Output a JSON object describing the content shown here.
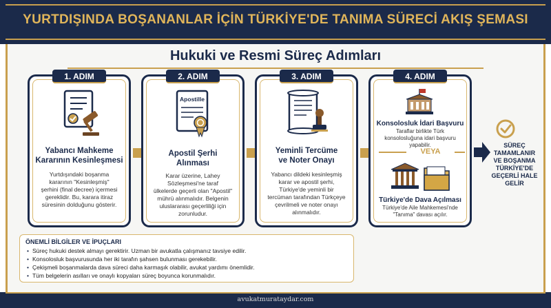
{
  "header": {
    "title": "YURTDIŞINDA BOŞANANLAR İÇİN TÜRKİYE'DE TANIMA SÜRECİ AKIŞ ŞEMASI"
  },
  "section": {
    "subtitle": "Hukuki ve Resmi Süreç Adımları"
  },
  "steps": [
    {
      "badge": "1. ADIM",
      "title_lines": [
        "Yabancı Mahkeme",
        "Kararının Kesinleşmesi"
      ],
      "desc_lines": [
        "Yurtdışındaki boşanma",
        "kararının \"Kesinleşmiş\"",
        "şerhini (final decree) içermesi",
        "gereklidir. Bu, karara itiraz",
        "süresinin dolduğunu gösterir."
      ],
      "icon": "court-document-gavel-icon"
    },
    {
      "badge": "2. ADIM",
      "title_lines": [
        "Apostil Şerhi",
        "Alınması"
      ],
      "desc_lines": [
        "Karar üzerine, Lahey",
        "Sözleşmesi'ne taraf",
        "ülkelerde geçerli olan \"Apostil\"",
        "mührü alınmalıdır. Belgenin",
        "uluslararası geçerliliği için",
        "zorunludur."
      ],
      "icon": "apostille-certificate-icon",
      "icon_label": "Apostille"
    },
    {
      "badge": "3. ADIM",
      "title_lines": [
        "Yeminli Tercüme",
        "ve Noter Onayı"
      ],
      "desc_lines": [
        "Yabancı dildeki kesinleşmiş",
        "karar ve apostil şerhi,",
        "Türkiye'de yeminli bir",
        "tercüman tarafından Türkçeye",
        "çevrilmeli ve noter onayı",
        "alınmalıdır."
      ],
      "icon": "scroll-stamp-icon"
    },
    {
      "badge": "4. ADIM",
      "options": [
        {
          "title": "Konsolosluk İdari Başvuru",
          "desc_lines": [
            "Taraflar birlikte Türk",
            "konsolosluğuna idari başvuru",
            "yapabilir."
          ],
          "icon": "consulate-building-icon"
        },
        {
          "title": "Türkiye'de Dava Açılması",
          "desc_lines": [
            "Türkiye'de Aile Mahkemesi'nde",
            "\"Tanıma\" davası açılır."
          ],
          "icon": "courthouse-folder-icon"
        }
      ],
      "or_label": "VEYA"
    }
  ],
  "final": {
    "lines": [
      "SÜREÇ",
      "TAMAMLANIR",
      "VE BOŞANMA",
      "TÜRKİYE'DE",
      "GEÇERLİ HALE",
      "GELİR"
    ],
    "icon": "check-circle-icon"
  },
  "notes": {
    "title": "ÖNEMLİ BİLGİLER VE İPUÇLARI",
    "items": [
      "Süreç hukuki destek almayı gerektirir. Uzman bir avukatla çalışmanız tavsiye edilir.",
      "Konsolosluk başvurusunda her iki tarafın şahsen bulunması gerekebilir.",
      "Çekişmeli boşanmalarda dava süreci daha karmaşık olabilir, avukat yardımı önemlidir.",
      "Tüm belgelerin asılları ve onaylı kopyaları süreç boyunca korunmalıdır."
    ]
  },
  "footer": {
    "text": "avukatmurataydar.com"
  },
  "colors": {
    "navy": "#1b2a4a",
    "gold": "#c9a04e",
    "background": "#f6f6f4"
  }
}
